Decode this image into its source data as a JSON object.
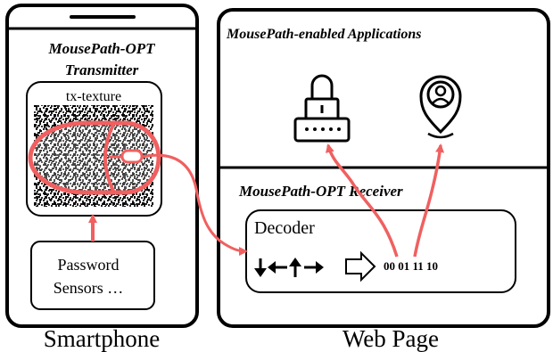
{
  "smartphone": {
    "title_line1": "MousePath-OPT",
    "title_line2": "Transmitter",
    "texture_label": "tx-texture",
    "input_line1": "Password",
    "input_line2": "Sensors …",
    "caption": "Smartphone"
  },
  "webpage": {
    "apps_title": "MousePath-enabled Applications",
    "receiver_title": "MousePath-OPT Receiver",
    "decoder_label": "Decoder",
    "bits": "00 01 11 10",
    "caption": "Web Page",
    "icons": [
      "lock-keyboard-icon",
      "location-person-icon"
    ]
  },
  "colors": {
    "accent": "#f06060",
    "line": "#000000"
  }
}
